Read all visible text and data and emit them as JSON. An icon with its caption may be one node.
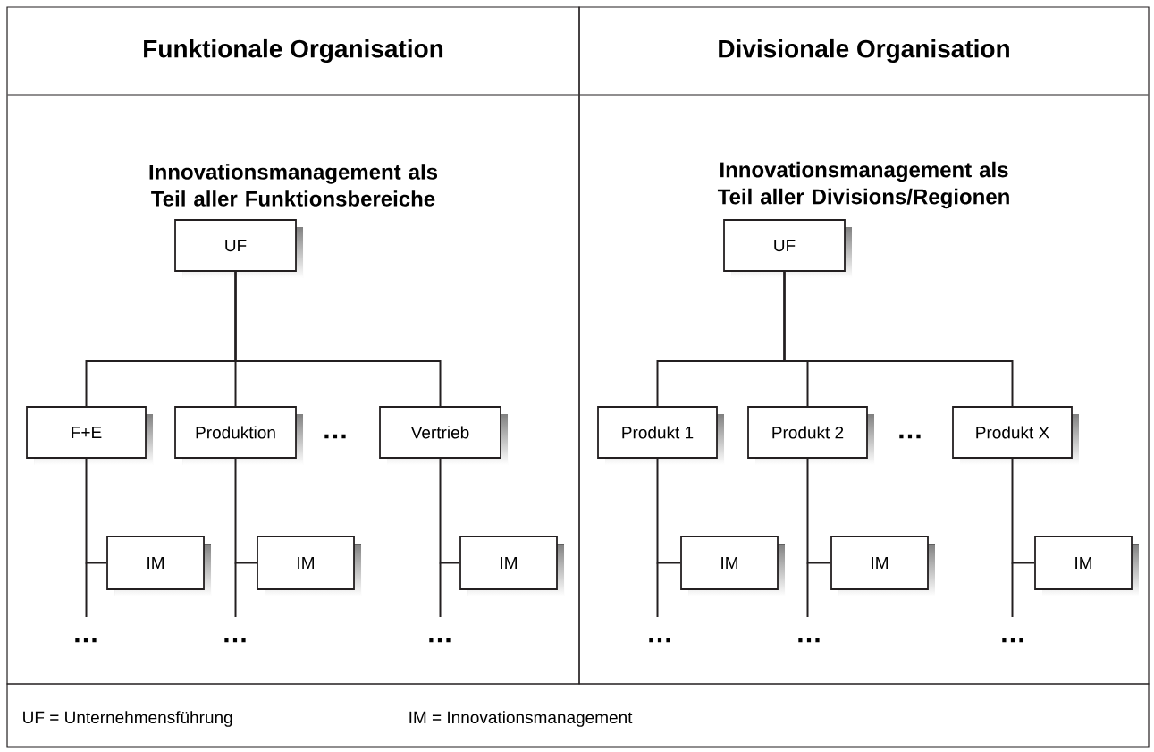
{
  "diagram": {
    "nodes": [
      {
        "text": [
          "Funktionale Organisation",
          "Innovationsmanagement als Teil aller Funktionsbereiche"
        ]
      },
      {
        "text": [
          "UF"
        ],
        "in": 0
      },
      {
        "text": [
          "F+E"
        ],
        "in": 0
      },
      {
        "text": [
          "Produktion"
        ],
        "in": 0
      },
      {
        "text": [
          "Vertrieb"
        ],
        "in": 0
      },
      {
        "text": [
          "IM"
        ],
        "in": 0
      },
      {
        "text": [
          "IM"
        ],
        "in": 0
      },
      {
        "text": [
          "IM"
        ],
        "in": 0
      },
      {
        "text": [
          "Divisionale Organisation",
          "Innovationsmanagement als Teil aller Divisions/Regionen"
        ]
      },
      {
        "text": [
          "UF"
        ],
        "in": 8
      },
      {
        "text": [
          "Produkt 1"
        ],
        "in": 8
      },
      {
        "text": [
          "Produkt 2"
        ],
        "in": 8
      },
      {
        "text": [
          "Produkt X"
        ],
        "in": 8
      },
      {
        "text": [
          "IM"
        ],
        "in": 8
      },
      {
        "text": [
          "IM"
        ],
        "in": 8
      },
      {
        "text": [
          "IM"
        ],
        "in": 8
      }
    ],
    "edges": [
      {
        "from": 1,
        "to": 2,
        "arrow": "none"
      },
      {
        "from": 1,
        "to": 3,
        "arrow": "none"
      },
      {
        "from": 1,
        "to": 4,
        "arrow": "none"
      },
      {
        "from": 2,
        "to": 5,
        "arrow": "none"
      },
      {
        "from": 3,
        "to": 6,
        "arrow": "none"
      },
      {
        "from": 4,
        "to": 7,
        "arrow": "none"
      },
      {
        "from": 9,
        "to": 10,
        "arrow": "none"
      },
      {
        "from": 9,
        "to": 11,
        "arrow": "none"
      },
      {
        "from": 9,
        "to": 12,
        "arrow": "none"
      },
      {
        "from": 10,
        "to": 13,
        "arrow": "none"
      },
      {
        "from": 11,
        "to": 14,
        "arrow": "none"
      },
      {
        "from": 12,
        "to": 15,
        "arrow": "none"
      }
    ],
    "labels": [
      "…",
      "…",
      "…",
      "…",
      "…",
      "…",
      "…",
      "…",
      "UF = Unternehmensführung",
      "IM = Innovationsmanagement"
    ]
  }
}
